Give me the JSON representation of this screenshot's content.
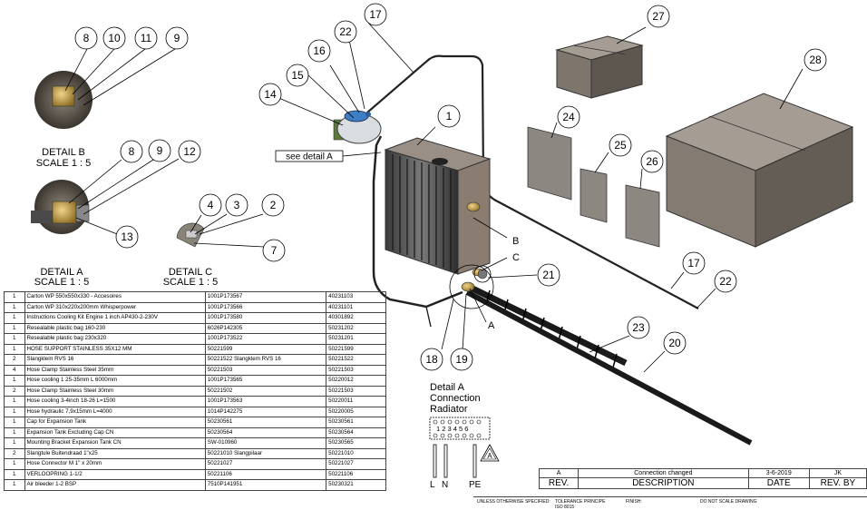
{
  "details": {
    "detail_a": {
      "title": "DETAIL A",
      "scale": "SCALE 1 : 5"
    },
    "detail_b": {
      "title": "DETAIL B",
      "scale": "SCALE 1 : 5"
    },
    "detail_c": {
      "title": "DETAIL C",
      "scale": "SCALE 1 : 5"
    },
    "see_detail_a": "see detail A",
    "connection_radiator": {
      "line1": "Detail A",
      "line2": "Connection",
      "line3": "Radiator",
      "pins": "1 2 3 4 5 6",
      "wire_l": "L",
      "wire_n": "N",
      "wire_pe": "PE",
      "revision_mark": "A"
    }
  },
  "balloons": {
    "b1": "1",
    "b2": "2",
    "b3": "3",
    "b4": "4",
    "b7": "7",
    "b8a": "8",
    "b9a": "9",
    "b10": "10",
    "b11": "11",
    "b8b": "8",
    "b9b": "9",
    "b12": "12",
    "b13": "13",
    "b14": "14",
    "b15": "15",
    "b16": "16",
    "b17a": "17",
    "b17b": "17",
    "b18": "18",
    "b19": "19",
    "b20": "20",
    "b21": "21",
    "b22a": "22",
    "b22b": "22",
    "b23": "23",
    "b24": "24",
    "b25": "25",
    "b26": "26",
    "b27": "27",
    "b28": "28"
  },
  "letters": {
    "a": "A",
    "b": "B",
    "c": "C"
  },
  "bom": [
    {
      "qty": "1",
      "desc": "Carton WP 550x550x330 - Accesoires",
      "part": "1001P173567",
      "code": "40231103"
    },
    {
      "qty": "1",
      "desc": "Carton WP 310x220x200mm Whisperpower",
      "part": "1001P173566",
      "code": "40231101"
    },
    {
      "qty": "1",
      "desc": "Instructions Cooling Kit Engine 1 inch AP430-2-230V",
      "part": "1001P173580",
      "code": "40301892"
    },
    {
      "qty": "1",
      "desc": "Resealable plastic bag 160-230",
      "part": "6026P142305",
      "code": "50231202"
    },
    {
      "qty": "1",
      "desc": "Resealable plastic bag 230x320",
      "part": "1001P173522",
      "code": "50231201"
    },
    {
      "qty": "1",
      "desc": "HOSE SUPPORT STAINLESS 35X12 MM",
      "part": "50221599",
      "code": "50221599"
    },
    {
      "qty": "2",
      "desc": "Slangklem RVS 16",
      "part": "50221522 Slangklem RVS 16",
      "code": "50221522"
    },
    {
      "qty": "4",
      "desc": "Hose Clamp Stainless Steel 35mm",
      "part": "50221503",
      "code": "50221503"
    },
    {
      "qty": "1",
      "desc": "Hose cooling 1 25-35mm L 6000mm",
      "part": "1001P173565",
      "code": "50220012"
    },
    {
      "qty": "2",
      "desc": "Hose Clamp Stainless Steel 30mm",
      "part": "50221502",
      "code": "50221503"
    },
    {
      "qty": "1",
      "desc": "Hose cooling 3-4inch 18-26 L=1500",
      "part": "1001P173563",
      "code": "50220011"
    },
    {
      "qty": "1",
      "desc": "Hose hydraulic 7,9x15mm L=4000",
      "part": "1014P142275",
      "code": "50220005"
    },
    {
      "qty": "1",
      "desc": "Cap for Expansion Tank",
      "part": "50230561",
      "code": "50230561"
    },
    {
      "qty": "1",
      "desc": "Expansion Tank Excluding Cap CN",
      "part": "50230564",
      "code": "50230564"
    },
    {
      "qty": "1",
      "desc": "Mounting Bracket Expansion Tank CN",
      "part": "SW-010960",
      "code": "50230565"
    },
    {
      "qty": "2",
      "desc": "Slangtule Buitendraad 1\"x25",
      "part": "50221010 Slangpilaar",
      "code": "50221010"
    },
    {
      "qty": "1",
      "desc": "Hose Connector M 1\" x 20mm",
      "part": "50221027",
      "code": "50221027"
    },
    {
      "qty": "1",
      "desc": "VERLOOPRING 1-1/2",
      "part": "50221106",
      "code": "50221106"
    },
    {
      "qty": "1",
      "desc": "Air bleeder 1-2 BSP",
      "part": "7510P141951",
      "code": "50230321"
    }
  ],
  "revision": {
    "rev": "A",
    "description": "Connection changed",
    "date": "3-6-2019",
    "by": "JK",
    "hdr_rev": "REV.",
    "hdr_description": "DESCRIPTION",
    "hdr_date": "DATE",
    "hdr_by": "REV. BY"
  },
  "titleblock": {
    "unless": "UNLESS OTHERWISE SPECIFIED:",
    "tolerance": "TOLERANCE PRINCIPE",
    "iso": "ISO 8015",
    "finish": "FINISH:",
    "no_scale": "DO NOT SCALE DRAWING"
  },
  "colors": {
    "line": "#000000",
    "box": "#6b655e",
    "brass": "#c9a44a",
    "hose": "#2b2b2b",
    "panel": "#8a8580"
  }
}
